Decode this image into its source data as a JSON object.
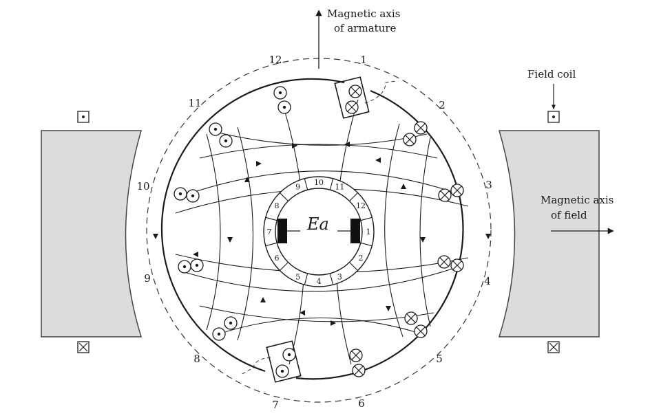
{
  "labels": {
    "armature_axis_line1": "Magnetic axis",
    "armature_axis_line2": "of armature",
    "field_coil": "Field coil",
    "field_axis_line1": "Magnetic axis",
    "field_axis_line2": "of field",
    "ea": "Ea"
  },
  "slots_outer": [
    "1",
    "2",
    "3",
    "4",
    "5",
    "6",
    "7",
    "8",
    "9",
    "10",
    "11",
    "12"
  ],
  "commutator_segments": [
    "1",
    "2",
    "3",
    "4",
    "5",
    "6",
    "7",
    "8",
    "9",
    "10",
    "11",
    "12"
  ],
  "colors": {
    "pole": "#dcdcdc",
    "ink": "#1a1a1a",
    "brush": "#111111"
  },
  "symbols": {
    "dot": "current-out-of-page",
    "cross": "current-into-page"
  }
}
